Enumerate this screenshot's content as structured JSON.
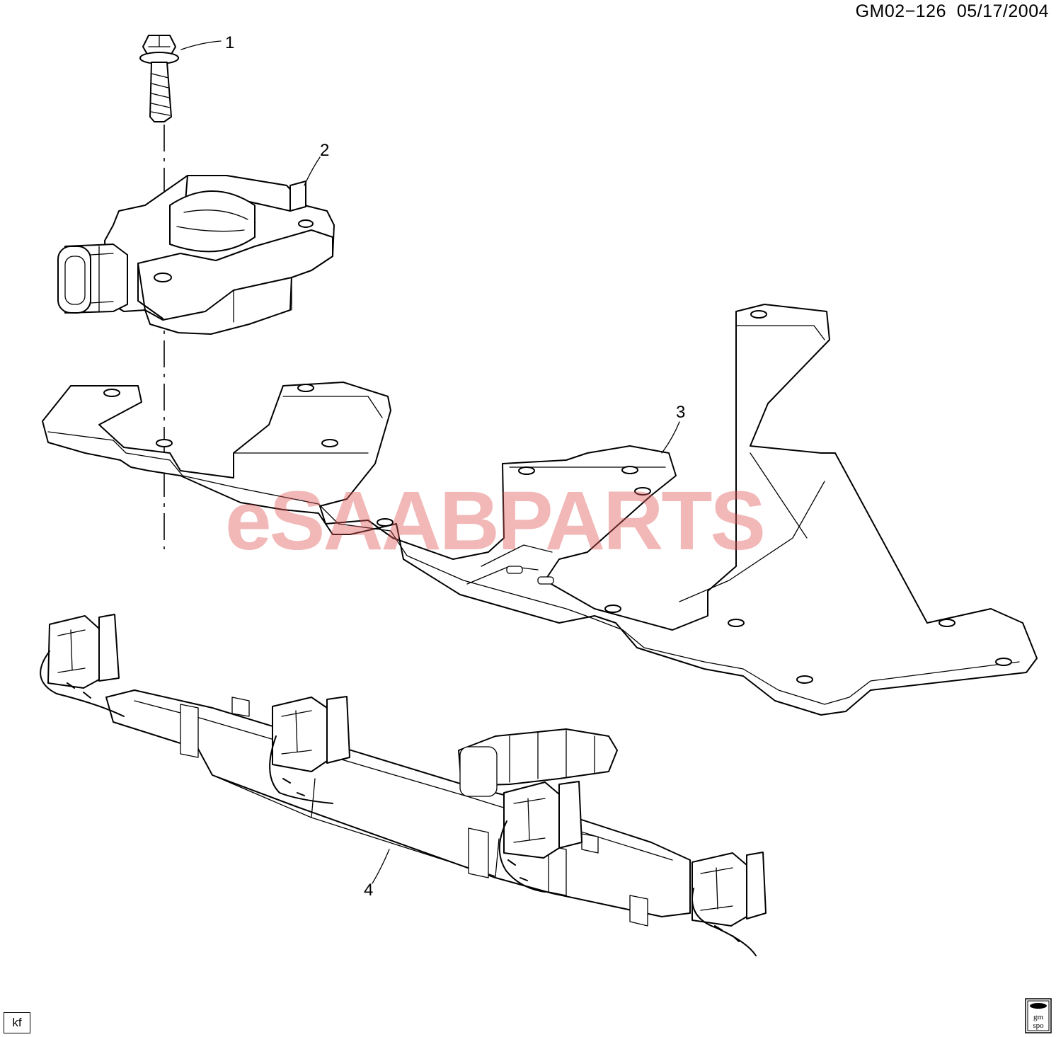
{
  "document": {
    "id": "GM02−126",
    "date": "05/17/2004"
  },
  "watermark": "eSAABPARTS",
  "callouts": [
    "1",
    "2",
    "3",
    "4"
  ],
  "corner_tag": "kf",
  "logo_text": [
    "gm",
    "spo"
  ]
}
